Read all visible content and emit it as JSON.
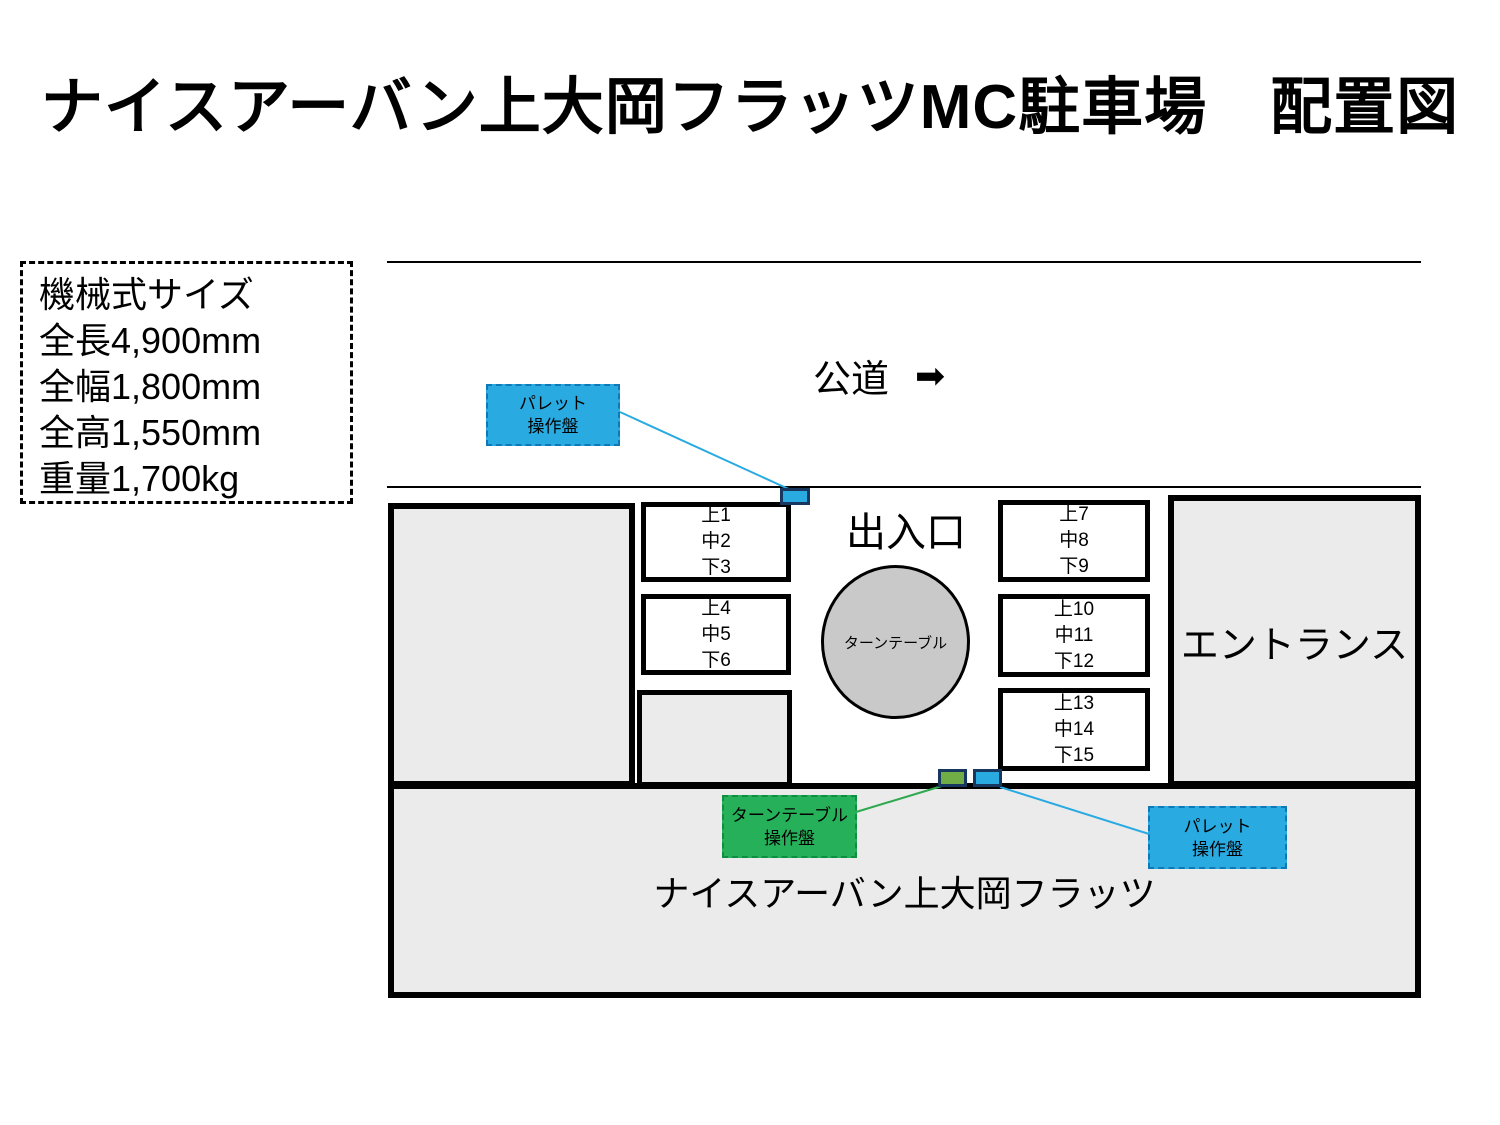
{
  "title": "ナイスアーバン上大岡フラッツMC駐車場　配置図",
  "spec_box": {
    "heading": "機械式サイズ",
    "lines": [
      "全長4,900mm",
      "全幅1,800mm",
      "全高1,550mm",
      "重量1,700kg"
    ]
  },
  "road": {
    "label": "公道",
    "arrow_glyph": "➡",
    "arrow_icon": "right-arrow-icon"
  },
  "gate_label": "出入口",
  "turntable_label": "ターンテーブル",
  "entrance_label": "エントランス",
  "building_label": "ナイスアーバン上大岡フラッツ",
  "stalls": [
    {
      "lines": [
        "上1",
        "中2",
        "下3"
      ]
    },
    {
      "lines": [
        "上4",
        "中5",
        "下6"
      ]
    },
    {
      "lines": [
        "上7",
        "中8",
        "下9"
      ]
    },
    {
      "lines": [
        "上10",
        "中11",
        "下12"
      ]
    },
    {
      "lines": [
        "上13",
        "中14",
        "下15"
      ]
    }
  ],
  "panels": {
    "pallet_top": {
      "lines": [
        "パレット",
        "操作盤"
      ],
      "color": "#29ABE2"
    },
    "turntable": {
      "lines": [
        "ターンテーブル",
        "操作盤"
      ],
      "color": "#27B05A"
    },
    "pallet_bottom": {
      "lines": [
        "パレット",
        "操作盤"
      ],
      "color": "#29ABE2"
    }
  },
  "colors": {
    "panel_blue": "#29ABE2",
    "panel_green": "#27B05A",
    "marker_green": "#70AD47",
    "marker_border": "#17375E",
    "block_gray": "#EBEBEB",
    "turntable_gray": "#C9C9C9",
    "line_black": "#000000"
  }
}
